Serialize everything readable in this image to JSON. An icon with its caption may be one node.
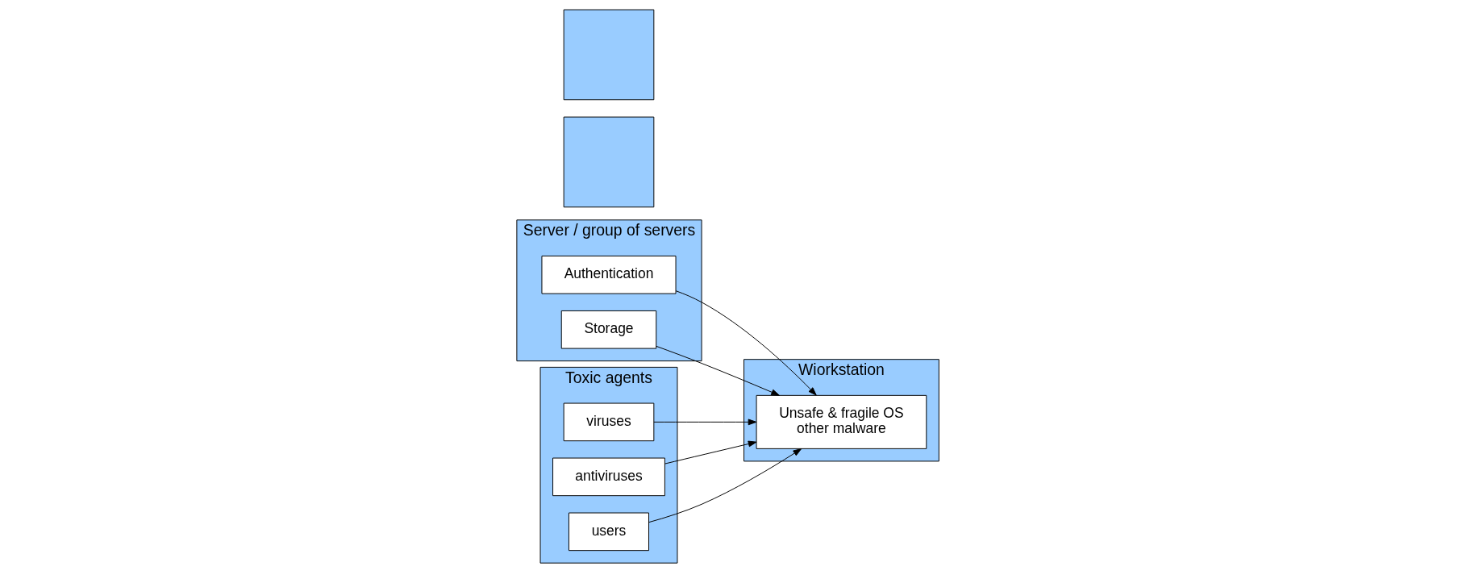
{
  "diagram": {
    "nodes": [
      {
        "text": [
          "Server / group of servers"
        ]
      },
      {
        "text": [
          "Authentication"
        ],
        "in": 0
      },
      {
        "text": [
          "Storage"
        ],
        "in": 0
      },
      {
        "text": [],
        "shape": "box"
      },
      {
        "text": [],
        "shape": "box"
      },
      {
        "text": [
          "Wiorkstation"
        ]
      },
      {
        "text": [
          "Unsafe & fragile OS",
          "other malware"
        ],
        "in": 5
      },
      {
        "text": [
          "Toxic agents"
        ]
      },
      {
        "text": [
          "viruses"
        ],
        "in": 7
      },
      {
        "text": [
          "antiviruses"
        ],
        "in": 7
      },
      {
        "text": [
          "users"
        ],
        "in": 7
      }
    ],
    "edges": [
      {
        "from": 1,
        "to": 6,
        "arrow": "to"
      },
      {
        "from": 2,
        "to": 6,
        "arrow": "to"
      },
      {
        "from": 8,
        "to": 6,
        "arrow": "to"
      },
      {
        "from": 9,
        "to": 6,
        "arrow": "to"
      },
      {
        "from": 10,
        "to": 6,
        "arrow": "to"
      }
    ]
  }
}
